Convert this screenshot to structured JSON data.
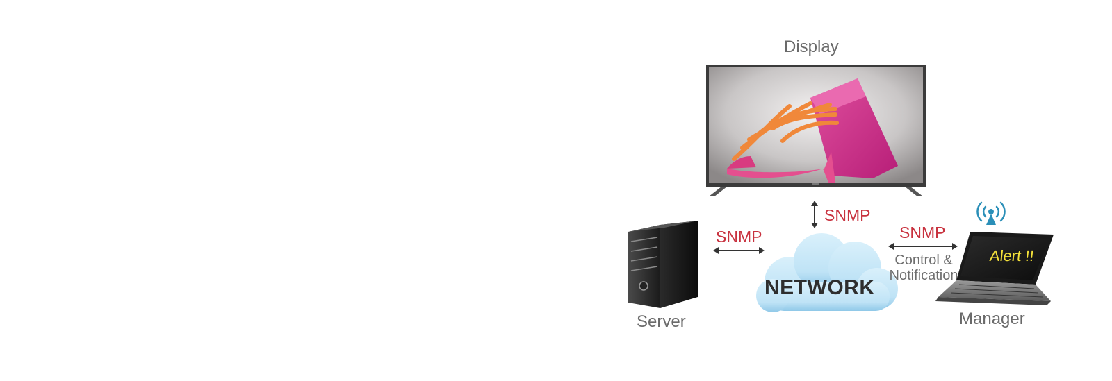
{
  "display": {
    "label": "Display"
  },
  "server": {
    "label": "Server"
  },
  "network": {
    "label": "NETWORK"
  },
  "manager": {
    "label": "Manager",
    "screen_text": "Alert !!"
  },
  "links": {
    "display_network": {
      "protocol": "SNMP"
    },
    "server_network": {
      "protocol": "SNMP"
    },
    "network_manager": {
      "protocol": "SNMP",
      "description_line1": "Control &",
      "description_line2": "Notification"
    }
  },
  "colors": {
    "protocol": "#c8313e",
    "label": "#6a6a6a",
    "alert": "#f4e13a",
    "cloud": "#bfe3f6",
    "signal": "#2a8fb8"
  }
}
